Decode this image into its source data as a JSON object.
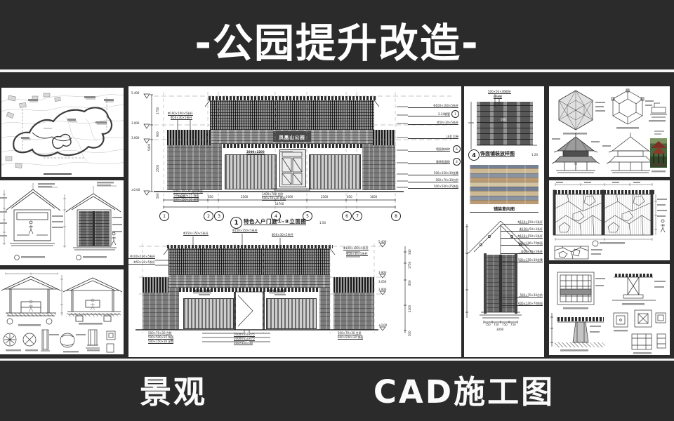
{
  "header": {
    "title": "-公园提升改造-"
  },
  "footer": {
    "left": "景观",
    "right": "CAD施工图"
  },
  "elev1": {
    "sign": "凤凰山公园",
    "caption_no": "1",
    "caption": "特色入户门庭①-⑧立面图",
    "scale": "1:50",
    "levels": [
      "5.400",
      "3.900",
      "3.000",
      "±0.00"
    ],
    "vdims": [
      "1750",
      "900",
      "2500",
      "5400",
      "500"
    ],
    "grids": [
      "1",
      "2",
      "3",
      "4",
      "5",
      "6",
      "7",
      "8"
    ],
    "dims": [
      "2800",
      "650",
      "2500",
      "2000",
      "2500",
      "650",
      "1600"
    ],
    "total": "14700",
    "wall_labels": [
      "Φ100×100×5系杆",
      "Φ50×30×5系杆"
    ],
    "door_label": "2000×2200",
    "right_labels": [
      "Φ100×100×5系杆",
      "3-34钢管",
      "Φ50×30×5系杆",
      "LED 灯带",
      "墙面装饰砖",
      "青砖贴面砖",
      "500×150×30坐凳",
      "500×70×30台阶",
      "500×500×25饰面"
    ],
    "detail_nos": [
      "1",
      "6",
      "4"
    ],
    "bl_labels": [
      "500×70×30 台阶饰面",
      "500×500×25 饰面",
      "500×150×30 坐凳"
    ],
    "bc_labels": [
      "1400×700 台阶",
      "500×70×30 饰面"
    ]
  },
  "elev2": {
    "top_labels": [
      "Φ150×150×5系杆",
      "Φ150×150×5系杆",
      "Φ50×30×5系杆"
    ],
    "left_labels": [
      "Φ100×100×5系杆",
      "Φ50×30×5系杆"
    ],
    "right_labels": [
      "Φ100×100×5系杆",
      "Φ50×30×5系杆"
    ],
    "panel_labels": [
      "2000×2000",
      "900×2100"
    ],
    "levels": [
      "5.400",
      "3.900",
      "3.050",
      "2.900",
      "±0.00"
    ],
    "vdims": [
      "340",
      "1750",
      "850",
      "2400",
      "500"
    ],
    "bottom_labels": [
      "1000×450×75",
      "2000×450×75",
      "500×150×30"
    ],
    "bl_labels": [
      "500×70×30 台阶",
      "500×500×25 饰面",
      "500×150×30 坐凳"
    ],
    "br_labels": [
      "500×70×30 台阶",
      "600×500×20 饰面"
    ]
  },
  "paving": {
    "label1": "500×50×30砌块",
    "label2": "拼接缝",
    "dim": "500",
    "caption_no": "4",
    "caption": "饰面铺装放样图",
    "scale": "1:20",
    "photo_caption": "铺装意向图"
  },
  "gable": {
    "right_labels": [
      "Φ150×150×5系杆",
      "Φ150×50×3系杆",
      "Φ150×150×5系杆",
      "600×140×70饰面",
      "Φ50×30×5系杆",
      "500×150×30坐凳",
      "500×70×30台阶",
      "600×140×70饰面"
    ],
    "dims": [
      "750",
      "750",
      "750",
      "750"
    ],
    "total": "3000"
  }
}
